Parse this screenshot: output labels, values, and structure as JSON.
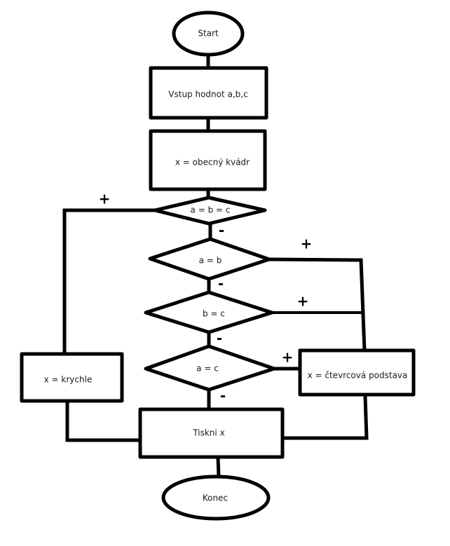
{
  "diagram": {
    "type": "flowchart",
    "nodes": {
      "start": {
        "shape": "ellipse",
        "label": "Start"
      },
      "input": {
        "shape": "rect",
        "label": "Vstup hodnot a,b,c"
      },
      "general": {
        "shape": "rect",
        "label": "x = obecný kvádr"
      },
      "cond_abc": {
        "shape": "diamond",
        "label": "a = b = c"
      },
      "cond_ab": {
        "shape": "diamond",
        "label": "a = b"
      },
      "cond_bc": {
        "shape": "diamond",
        "label": "b = c"
      },
      "cond_ac": {
        "shape": "diamond",
        "label": "a = c"
      },
      "cube": {
        "shape": "rect",
        "label": "x = krychle"
      },
      "square_base": {
        "shape": "rect",
        "label": "x = čtevrcová podstava"
      },
      "print": {
        "shape": "rect",
        "label": "Tiskni x"
      },
      "end": {
        "shape": "ellipse",
        "label": "Konec"
      }
    },
    "edge_labels": {
      "yes": "+",
      "no": "-"
    },
    "edges": [
      {
        "from": "start",
        "to": "input",
        "label": ""
      },
      {
        "from": "input",
        "to": "general",
        "label": ""
      },
      {
        "from": "general",
        "to": "cond_abc",
        "label": ""
      },
      {
        "from": "cond_abc",
        "to": "cube",
        "label": "+"
      },
      {
        "from": "cond_abc",
        "to": "cond_ab",
        "label": "-"
      },
      {
        "from": "cond_ab",
        "to": "square_base",
        "label": "+"
      },
      {
        "from": "cond_ab",
        "to": "cond_bc",
        "label": "-"
      },
      {
        "from": "cond_bc",
        "to": "square_base",
        "label": "+"
      },
      {
        "from": "cond_bc",
        "to": "cond_ac",
        "label": "-"
      },
      {
        "from": "cond_ac",
        "to": "square_base",
        "label": "+"
      },
      {
        "from": "cond_ac",
        "to": "print",
        "label": "-"
      },
      {
        "from": "cube",
        "to": "print",
        "label": ""
      },
      {
        "from": "square_base",
        "to": "print",
        "label": ""
      },
      {
        "from": "print",
        "to": "end",
        "label": ""
      }
    ]
  }
}
